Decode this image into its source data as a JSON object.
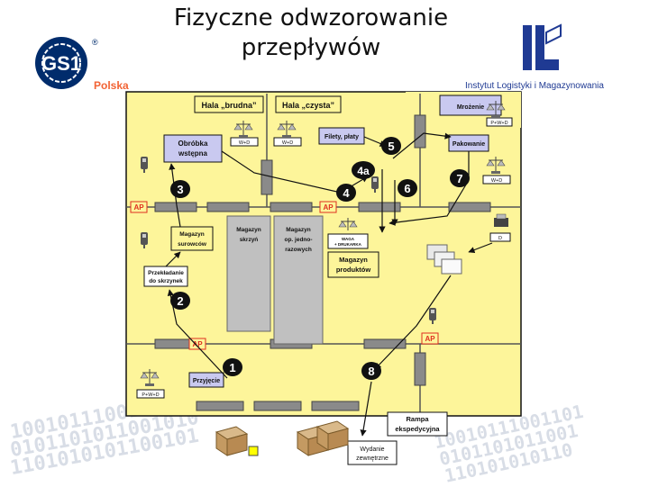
{
  "title_line1": "Fizyczne odwzorowanie",
  "title_line2": "przepływów",
  "logos": {
    "gs1_text": "GS1",
    "gs1_registered": "®",
    "gs1_country": "Polska",
    "ilim_name": "Instytut Logistyki i Magazynowania"
  },
  "diagram": {
    "halls": {
      "dirty": "Hala „brudna”",
      "clean": "Hala „czysta”"
    },
    "boxes": {
      "mrozenie": "Mrożenie",
      "obrobka_1": "Obróbka",
      "obrobka_2": "wstępna",
      "filety": "Filety, płaty",
      "pakowanie": "Pakowanie",
      "mag_surowcow_1": "Magazyn",
      "mag_surowcow_2": "surowców",
      "mag_skrzyn_1": "Magazyn",
      "mag_skrzyn_2": "skrzyń",
      "mag_op_1": "Magazyn",
      "mag_op_2": "op. jedno-",
      "mag_op_3": "razowych",
      "waga": "WAGA",
      "drukarka": "+ DRUKARKA",
      "mag_produktow_1": "Magazyn",
      "mag_produktow_2": "produktów",
      "przekladanie_1": "Przekładanie",
      "przekladanie_2": "do skrzynek",
      "przyjecie": "Przyjęcie",
      "rampa_1": "Rampa",
      "rampa_2": "ekspedycyjna",
      "wydanie_1": "Wydanie",
      "wydanie_2": "zewnętrzne"
    },
    "tags": {
      "pwd_top": "P+W+D",
      "wd_1": "W+D",
      "wd_2": "W+D",
      "wd_right": "W+D",
      "d_right": "D",
      "pwd_bottom": "P+W+D"
    },
    "ap_labels": [
      "AP",
      "AP",
      "AP",
      "AP"
    ],
    "steps": [
      "1",
      "2",
      "3",
      "4",
      "4a",
      "5",
      "6",
      "7",
      "8"
    ]
  },
  "background_binary": [
    "1001011100110101",
    "0101101011001010",
    "1101010101100101",
    "10010111001101",
    "0101101011001",
    "110101010110"
  ],
  "colors": {
    "floor": "#fdf59a",
    "storage": "#c0c0c0",
    "step_marker": "#111111",
    "ap_label": "#e03020",
    "gs1_blue": "#002c6c",
    "gs1_orange": "#f26334",
    "ilim_blue": "#1f3a93"
  }
}
